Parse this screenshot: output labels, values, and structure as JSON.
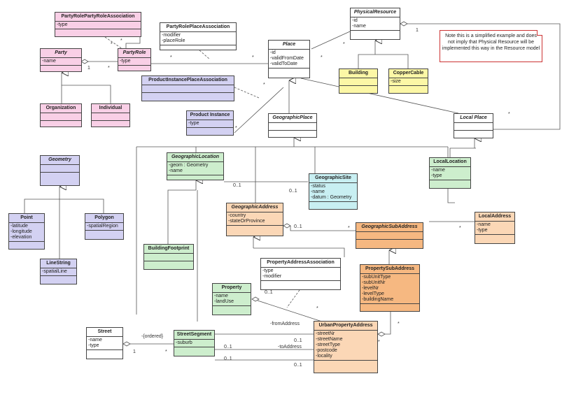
{
  "classes": {
    "party_role_party_role_assoc": {
      "name": "PartyRolePartyRoleAssociation",
      "attrs": [
        "type"
      ]
    },
    "party": {
      "name": "Party",
      "attrs": [
        "name"
      ]
    },
    "party_role": {
      "name": "PartyRole",
      "attrs": [
        "type"
      ]
    },
    "organization": {
      "name": "Organization",
      "attrs": []
    },
    "individual": {
      "name": "Individual",
      "attrs": []
    },
    "party_role_place_assoc": {
      "name": "PartyRolePlaceAssociation",
      "attrs": [
        "modifier",
        "placeRole"
      ]
    },
    "place": {
      "name": "Place",
      "attrs": [
        "id",
        "validFromDate",
        "validToDate"
      ]
    },
    "physical_resource": {
      "name": "PhysicalResource",
      "attrs": [
        "id",
        "name"
      ]
    },
    "building": {
      "name": "Building",
      "attrs": []
    },
    "copper_cable": {
      "name": "CopperCable",
      "attrs": [
        "size"
      ]
    },
    "product_instance_place_assoc": {
      "name": "ProductInstancePlaceAssociation",
      "attrs": []
    },
    "product_instance": {
      "name": "Product Instance",
      "attrs": [
        "type"
      ]
    },
    "geographic_place": {
      "name": "GeographicPlace",
      "attrs": []
    },
    "local_place": {
      "name": "Local Place",
      "attrs": []
    },
    "geometry": {
      "name": "Geometry",
      "attrs": []
    },
    "point": {
      "name": "Point",
      "attrs": [
        "latitude",
        "longitude",
        "elevation"
      ]
    },
    "polygon": {
      "name": "Polygon",
      "attrs": [
        "spatialRegion"
      ]
    },
    "line_string": {
      "name": "LineString",
      "attrs": [
        "spatialLine"
      ]
    },
    "geographic_location": {
      "name": "GeographicLocation",
      "attrs": [
        "geom : Geometry",
        "name"
      ]
    },
    "geographic_site": {
      "name": "GeographicSite",
      "attrs": [
        "status",
        "name",
        "datum : Geometry"
      ]
    },
    "local_location": {
      "name": "LocalLocation",
      "attrs": [
        "name",
        "type"
      ]
    },
    "geographic_address": {
      "name": "GeographicAddress",
      "attrs": [
        "country",
        "stateOrProvince"
      ]
    },
    "local_address": {
      "name": "LocalAddress",
      "attrs": [
        "name",
        "type"
      ]
    },
    "geographic_sub_address": {
      "name": "GeographicSubAddress",
      "attrs": []
    },
    "building_footprint": {
      "name": "BuildingFootprint",
      "attrs": []
    },
    "property_address_assoc": {
      "name": "PropertyAddressAssociation",
      "attrs": [
        "type",
        "modifier"
      ]
    },
    "property_sub_address": {
      "name": "PropertySubAddress",
      "attrs": [
        "subUnitType",
        "subUnitNr",
        "levelNr",
        "levelType",
        "buildingName"
      ]
    },
    "property": {
      "name": "Property",
      "attrs": [
        "name",
        "landUse"
      ]
    },
    "street": {
      "name": "Street",
      "attrs": [
        "name",
        "type"
      ]
    },
    "street_segment": {
      "name": "StreetSegment",
      "attrs": [
        "suburb"
      ]
    },
    "urban_property_address": {
      "name": "UrbanPropertyAddress",
      "attrs": [
        "streetNr",
        "streetName",
        "streetType",
        "postcode",
        "locality"
      ]
    }
  },
  "note": {
    "text": "Note this is a simplified example and does not imply that Physical Resource will be implemented this way in the Resource model"
  },
  "labels": {
    "one": "1",
    "star": "*",
    "zero_one": "0..1",
    "ordered": "-{ordered}",
    "from_address": "-fromAddress",
    "to_address": "-toAddress"
  }
}
